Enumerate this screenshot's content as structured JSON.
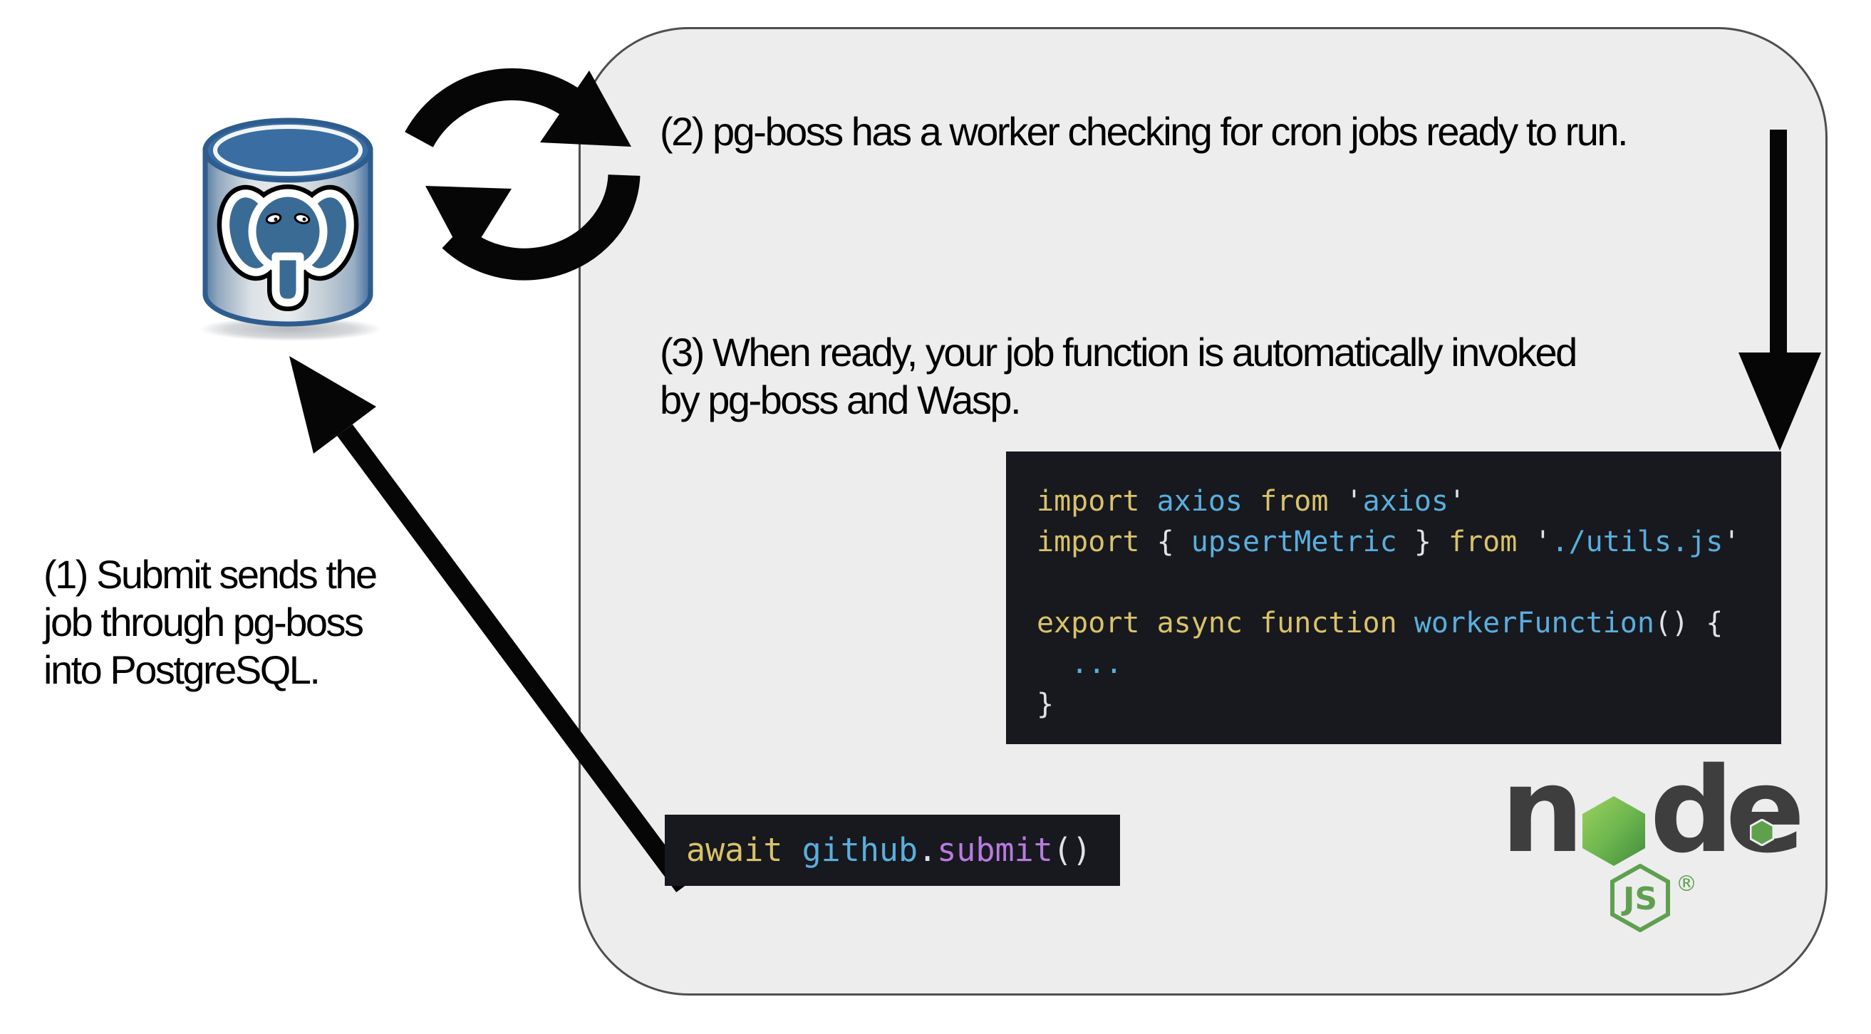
{
  "colors": {
    "page-bg": "#ffffff",
    "panel-bg": "#ededee",
    "panel-border": "#4e4e4e",
    "arrow-black": "#060606",
    "label-color": "#000000",
    "code-bg": "#17191e",
    "node-dark": "#3e3e3e",
    "node-green": "#5fa04e",
    "pg-outline": "#2d5c8f",
    "pg-top": "#3a6da1",
    "pg-elephant": "#3a6b95"
  },
  "syntax_colors": {
    "k": "#d9c269",
    "b": "#5aaede",
    "w": "#dfe2e7",
    "p": "#b87bdf"
  },
  "labels": {
    "step1": "(1) Submit sends the\njob through pg-boss\ninto PostgreSQL.",
    "step2": "(2) pg-boss has a worker checking for cron jobs ready to run.",
    "step3": "(3) When ready, your job function is automatically invoked\nby pg-boss and Wasp."
  },
  "worker_code": {
    "lines": [
      [
        [
          "k",
          "import "
        ],
        [
          "b",
          "axios "
        ],
        [
          "k",
          "from "
        ],
        [
          "w",
          "'"
        ],
        [
          "b",
          "axios"
        ],
        [
          "w",
          "'"
        ]
      ],
      [
        [
          "k",
          "import "
        ],
        [
          "w",
          "{ "
        ],
        [
          "b",
          "upsertMetric "
        ],
        [
          "w",
          "} "
        ],
        [
          "k",
          "from "
        ],
        [
          "w",
          "'"
        ],
        [
          "b",
          "./utils.js"
        ],
        [
          "w",
          "'"
        ]
      ],
      [],
      [
        [
          "k",
          "export async function "
        ],
        [
          "b",
          "workerFunction"
        ],
        [
          "w",
          "() {"
        ]
      ],
      [
        [
          "w",
          "  "
        ],
        [
          "b",
          "..."
        ]
      ],
      [
        [
          "w",
          "}"
        ]
      ]
    ]
  },
  "submit_code": {
    "lines": [
      [
        [
          "k",
          "await "
        ],
        [
          "b",
          "github"
        ],
        [
          "w",
          "."
        ],
        [
          "p",
          "submit"
        ],
        [
          "w",
          "()"
        ]
      ]
    ]
  },
  "nodejs_logo": {
    "letter_n": "n",
    "letter_d": "d",
    "letter_e": "e",
    "js_badge": "JS",
    "registered_mark": "®"
  }
}
